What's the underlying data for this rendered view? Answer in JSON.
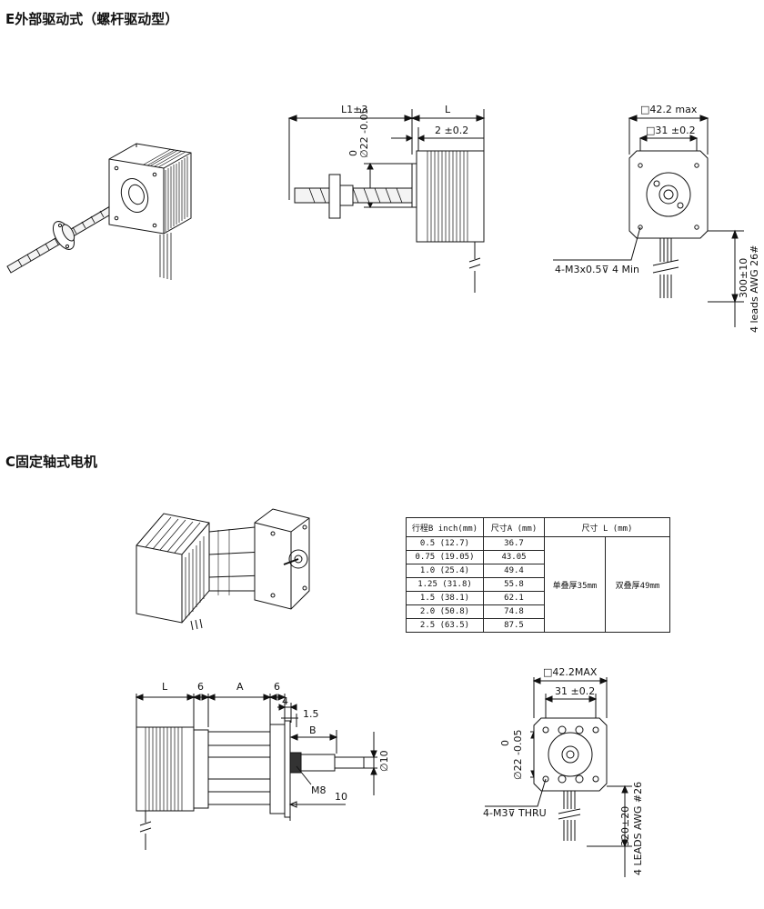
{
  "sections": {
    "e": {
      "title": "E外部驱动式（螺杆驱动型）"
    },
    "c": {
      "title": "C固定轴式电机"
    }
  },
  "e_side": {
    "l1": "L1±3",
    "l": "L",
    "flange_thk": "2 ±0.2",
    "pilot_tol_top": "0",
    "pilot_dia": "∅22 -0.05"
  },
  "e_front": {
    "outer": "□42.2 max",
    "hole_pitch": "□31 ±0.2",
    "screws": "4-M3x0.5⊽ 4 Min",
    "lead_len": "300±10",
    "lead_spec": "4 leads AWG 26#"
  },
  "table": {
    "headers": [
      "行程B inch(mm)",
      "尺寸A (mm)",
      "尺寸 L (mm)"
    ],
    "rows": [
      [
        "0.5 (12.7)",
        "36.7"
      ],
      [
        "0.75 (19.05)",
        "43.05"
      ],
      [
        "1.0 (25.4)",
        "49.4"
      ],
      [
        "1.25 (31.8)",
        "55.8"
      ],
      [
        "1.5 (38.1)",
        "62.1"
      ],
      [
        "2.0 (50.8)",
        "74.8"
      ],
      [
        "2.5 (63.5)",
        "87.5"
      ]
    ],
    "l_single": "单叠厚35mm",
    "l_double": "双叠厚49mm"
  },
  "c_side": {
    "l": "L",
    "six_a": "6",
    "a": "A",
    "six_b": "6",
    "four": "4",
    "one_five": "1.5",
    "b": "B",
    "shaft_dia": "∅10",
    "thread": "M8",
    "ten": "10"
  },
  "c_front": {
    "outer": "□42.2MAX",
    "hole_pitch": "31 ±0.2",
    "pilot_tol_top": "0",
    "pilot_dia": "∅22 -0.05",
    "screws": "4-M3⊽ THRU",
    "lead_len": "320±20",
    "lead_spec": "4 LEADS AWG #26"
  }
}
